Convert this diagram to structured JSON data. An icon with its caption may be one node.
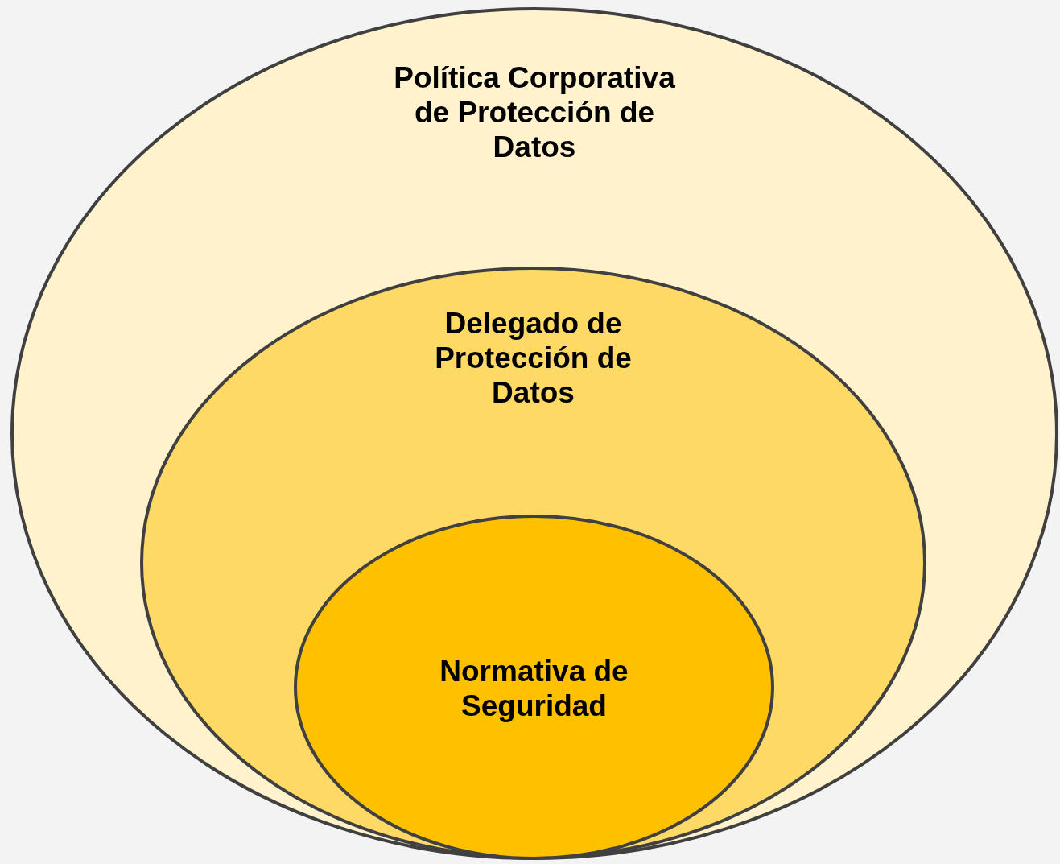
{
  "diagram": {
    "nodes": [
      {
        "text": [
          "Política Corporativa de Protección de Datos"
        ]
      },
      {
        "text": [
          "Delegado de Protección de Datos"
        ],
        "in": 0
      },
      {
        "text": [
          "Normativa de Seguridad"
        ],
        "in": 1
      }
    ]
  }
}
